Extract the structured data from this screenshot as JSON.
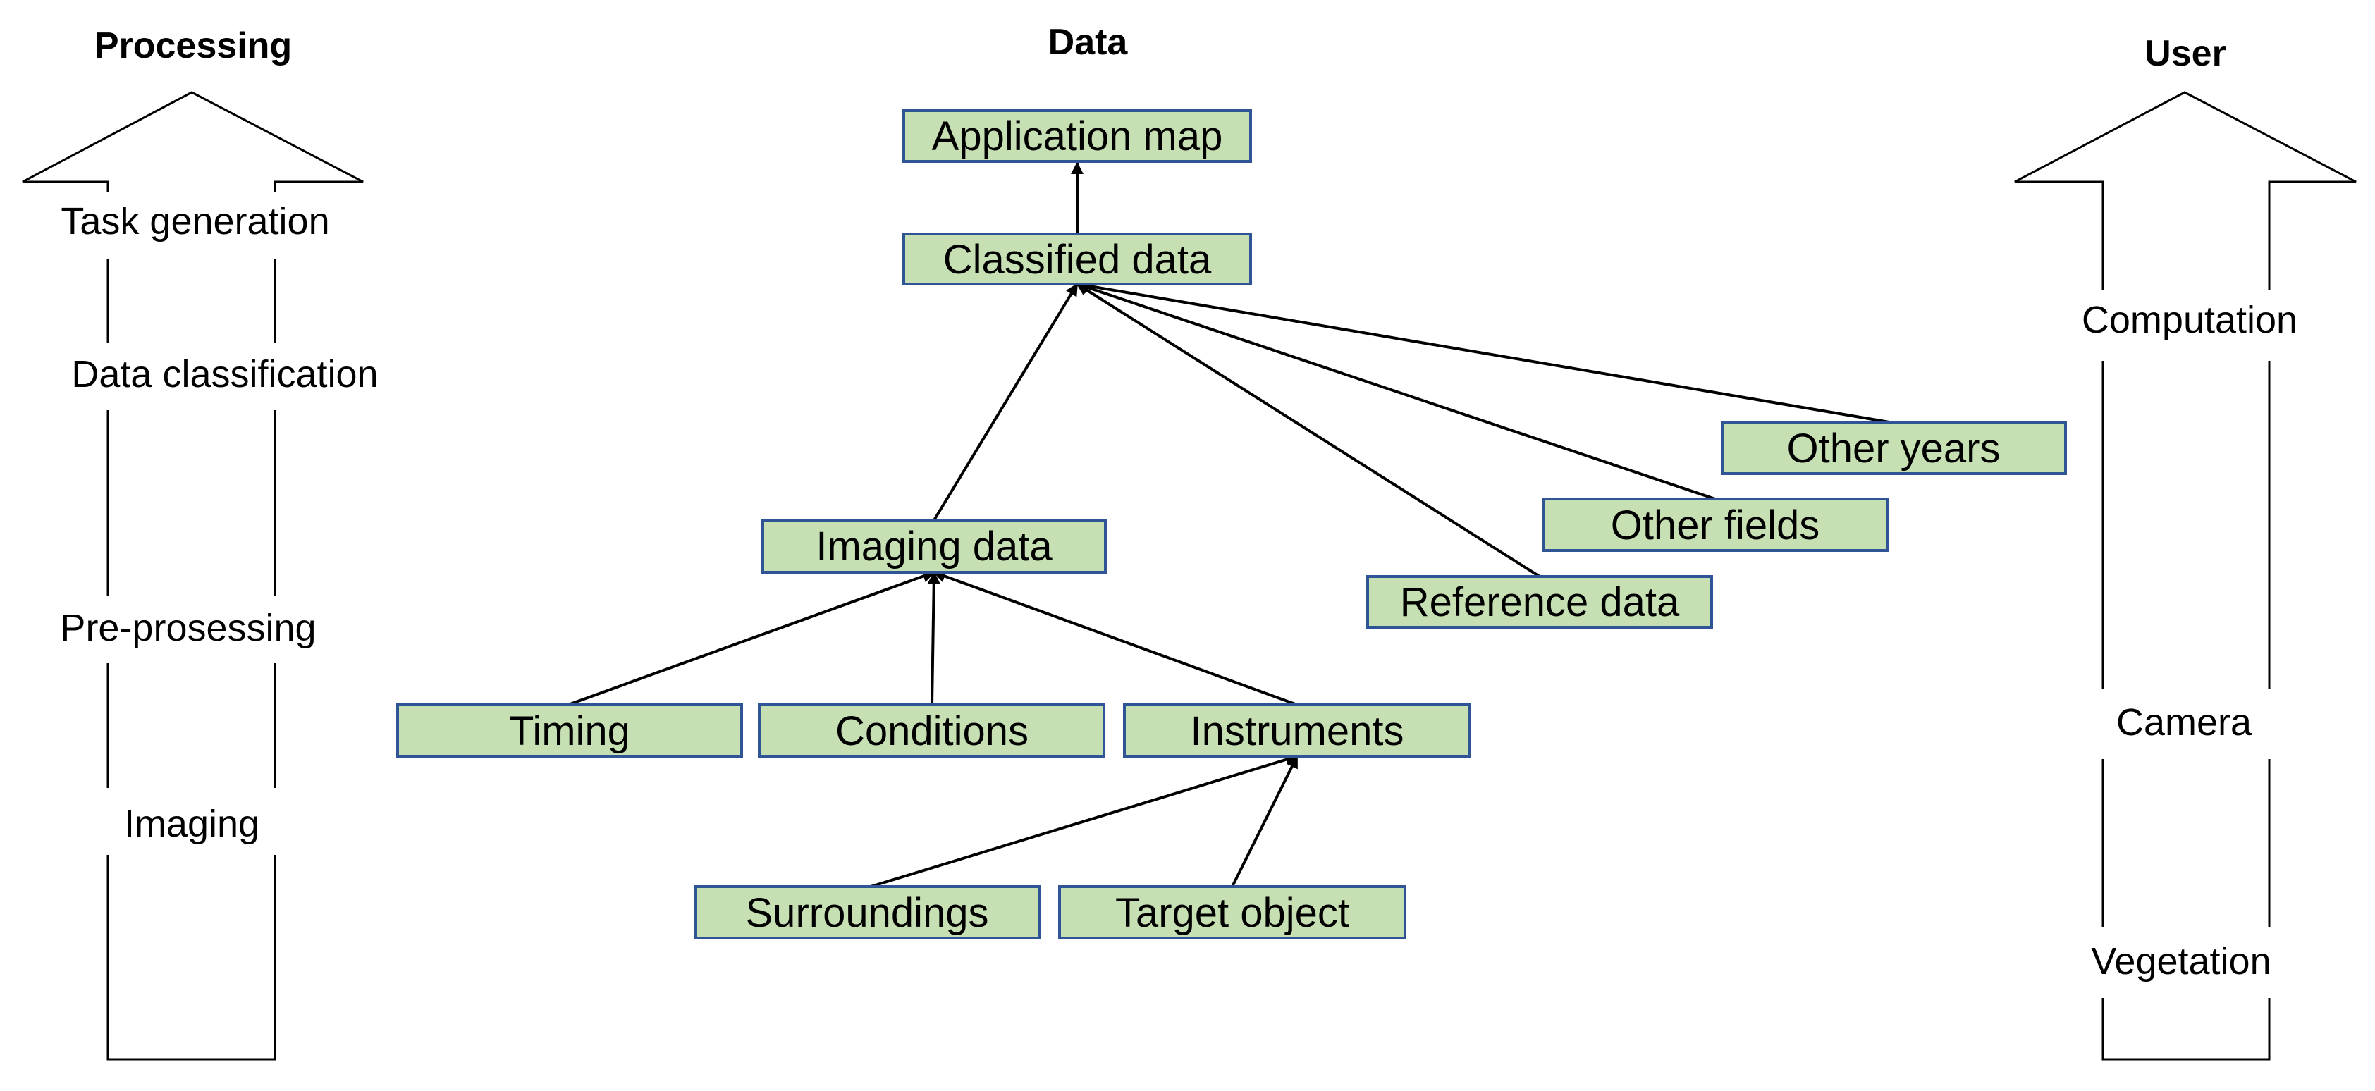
{
  "headings": {
    "processing": "Processing",
    "data": "Data",
    "user": "User"
  },
  "processing_steps": {
    "task_generation": "Task generation",
    "data_classification": "Data classification",
    "pre_processing": "Pre-prosessing",
    "imaging": "Imaging"
  },
  "user_steps": {
    "computation": "Computation",
    "camera": "Camera",
    "vegetation": "Vegetation"
  },
  "nodes": {
    "application_map": "Application map",
    "classified_data": "Classified data",
    "imaging_data": "Imaging data",
    "other_years": "Other years",
    "other_fields": "Other fields",
    "reference_data": "Reference data",
    "timing": "Timing",
    "conditions": "Conditions",
    "instruments": "Instruments",
    "surroundings": "Surroundings",
    "target_object": "Target object"
  },
  "colors": {
    "node_fill": "#c6e0b4",
    "node_border": "#2f5597"
  }
}
